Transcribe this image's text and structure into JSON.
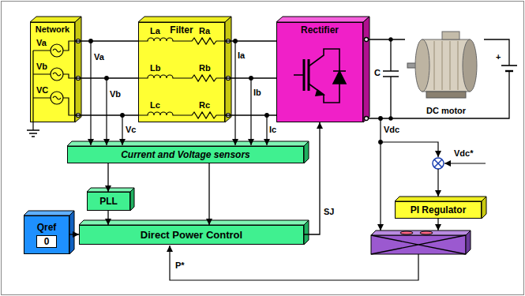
{
  "diagram": {
    "nodes": [
      {
        "text": [
          "Network"
        ]
      },
      {
        "text": [
          "Filter"
        ]
      },
      {
        "text": [
          "Rectifier"
        ]
      },
      {
        "text": [
          "Current and Voltage sensors"
        ]
      },
      {
        "text": [
          "PLL"
        ]
      },
      {
        "text": [
          "Qref",
          "0"
        ]
      },
      {
        "text": [
          "Direct Power Control"
        ]
      },
      {
        "text": [
          "PI Regulator"
        ]
      }
    ],
    "edges": [
      {
        "from": 0,
        "to": 1,
        "arrow": "none"
      },
      {
        "from": 0,
        "to": 1,
        "arrow": "none"
      },
      {
        "from": 0,
        "to": 1,
        "arrow": "none"
      },
      {
        "from": 1,
        "to": 2,
        "arrow": "none"
      },
      {
        "from": 1,
        "to": 2,
        "arrow": "none"
      },
      {
        "from": 1,
        "to": 2,
        "arrow": "none"
      },
      {
        "from": 3,
        "to": 4,
        "arrow": "to"
      },
      {
        "from": 4,
        "to": 6,
        "arrow": "to"
      },
      {
        "from": 3,
        "to": 6,
        "arrow": "to"
      },
      {
        "from": 5,
        "to": 6,
        "arrow": "to"
      },
      {
        "from": 6,
        "to": 2,
        "arrow": "to",
        "label": "SJ"
      }
    ],
    "labels": [
      "Va",
      "Vb",
      "VC",
      "La",
      "Ra",
      "Lb",
      "Rb",
      "Lc",
      "Rc",
      "Va",
      "Vb",
      "Vc",
      "Ia",
      "Ib",
      "Ic",
      "C",
      "DC motor",
      "+",
      "Vdc",
      "Vdc*",
      "P*"
    ]
  }
}
